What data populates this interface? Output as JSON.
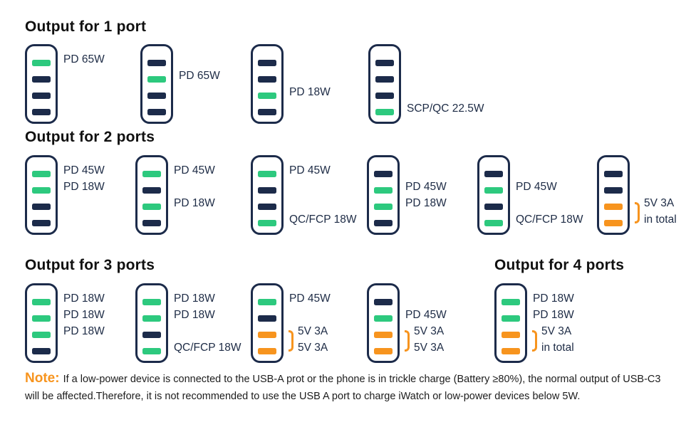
{
  "colors": {
    "dark": "#1c2b4a",
    "green": "#2dc97e",
    "orange": "#f7941e"
  },
  "sections": [
    {
      "title": "Output for 1 port",
      "chargers": [
        {
          "slots": [
            "green",
            "dark",
            "dark",
            "dark"
          ],
          "labels": [
            {
              "slot": 0,
              "text": "PD 65W"
            }
          ]
        },
        {
          "slots": [
            "dark",
            "green",
            "dark",
            "dark"
          ],
          "labels": [
            {
              "slot": 1,
              "text": "PD 65W"
            }
          ]
        },
        {
          "slots": [
            "dark",
            "dark",
            "green",
            "dark"
          ],
          "labels": [
            {
              "slot": 2,
              "text": "PD 18W"
            }
          ]
        },
        {
          "slots": [
            "dark",
            "dark",
            "dark",
            "green"
          ],
          "labels": [
            {
              "slot": 3,
              "text": "SCP/QC 22.5W"
            }
          ]
        }
      ]
    },
    {
      "title": "Output for 2 ports",
      "chargers": [
        {
          "slots": [
            "green",
            "green",
            "dark",
            "dark"
          ],
          "labels": [
            {
              "slot": 0,
              "text": "PD 45W"
            },
            {
              "slot": 1,
              "text": "PD 18W"
            }
          ]
        },
        {
          "slots": [
            "green",
            "dark",
            "green",
            "dark"
          ],
          "labels": [
            {
              "slot": 0,
              "text": "PD 45W"
            },
            {
              "slot": 2,
              "text": "PD 18W"
            }
          ]
        },
        {
          "slots": [
            "green",
            "dark",
            "dark",
            "green"
          ],
          "labels": [
            {
              "slot": 0,
              "text": "PD 45W"
            },
            {
              "slot": 3,
              "text": "QC/FCP 18W"
            }
          ]
        },
        {
          "slots": [
            "dark",
            "green",
            "green",
            "dark"
          ],
          "labels": [
            {
              "slot": 1,
              "text": "PD 45W"
            },
            {
              "slot": 2,
              "text": "PD 18W"
            }
          ]
        },
        {
          "slots": [
            "dark",
            "green",
            "dark",
            "green"
          ],
          "labels": [
            {
              "slot": 1,
              "text": "PD 45W"
            },
            {
              "slot": 3,
              "text": "QC/FCP 18W"
            }
          ]
        },
        {
          "slots": [
            "dark",
            "dark",
            "orange",
            "orange"
          ],
          "labels": [
            {
              "slot": 2,
              "text": "5V 3A"
            },
            {
              "slot": 3,
              "text": "in total"
            }
          ],
          "bracket": {
            "from": 2,
            "to": 3
          }
        }
      ]
    },
    {
      "title": "Output for 3 ports",
      "chargers": [
        {
          "slots": [
            "green",
            "green",
            "green",
            "dark"
          ],
          "labels": [
            {
              "slot": 0,
              "text": "PD 18W"
            },
            {
              "slot": 1,
              "text": "PD 18W"
            },
            {
              "slot": 2,
              "text": "PD 18W"
            }
          ]
        },
        {
          "slots": [
            "green",
            "green",
            "dark",
            "green"
          ],
          "labels": [
            {
              "slot": 0,
              "text": "PD 18W"
            },
            {
              "slot": 1,
              "text": "PD 18W"
            },
            {
              "slot": 3,
              "text": "QC/FCP 18W"
            }
          ]
        },
        {
          "slots": [
            "green",
            "dark",
            "orange",
            "orange"
          ],
          "labels": [
            {
              "slot": 0,
              "text": "PD 45W"
            },
            {
              "slot": 2,
              "text": "5V 3A"
            },
            {
              "slot": 3,
              "text": "5V 3A"
            }
          ],
          "bracket": {
            "from": 2,
            "to": 3
          }
        },
        {
          "slots": [
            "dark",
            "green",
            "orange",
            "orange"
          ],
          "labels": [
            {
              "slot": 1,
              "text": "PD 45W"
            },
            {
              "slot": 2,
              "text": "5V 3A"
            },
            {
              "slot": 3,
              "text": "5V 3A"
            }
          ],
          "bracket": {
            "from": 2,
            "to": 3
          }
        }
      ]
    },
    {
      "title": "Output for 4 ports",
      "chargers": [
        {
          "slots": [
            "green",
            "green",
            "orange",
            "orange"
          ],
          "labels": [
            {
              "slot": 0,
              "text": "PD 18W"
            },
            {
              "slot": 1,
              "text": "PD 18W"
            },
            {
              "slot": 2,
              "text": "5V 3A"
            },
            {
              "slot": 3,
              "text": "in total"
            }
          ],
          "bracket": {
            "from": 2,
            "to": 3
          }
        }
      ]
    }
  ],
  "note": {
    "label": "Note:",
    "text": "If a low-power device is connected to the USB-A prot or the phone is in trickle charge (Battery ≥80%), the normal output of USB-C3 will be affected.Therefore, it is not recommended to use the USB A port to charge iWatch or low-power devices below 5W."
  }
}
